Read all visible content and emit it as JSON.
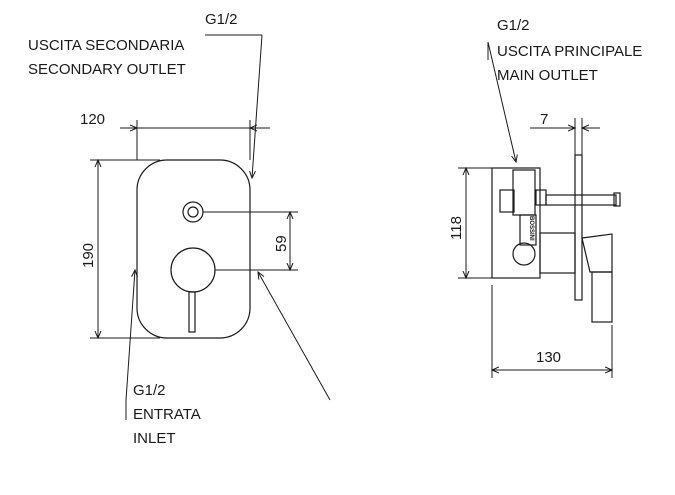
{
  "front_view": {
    "outlet_thread": "G1/2",
    "outlet_label_it": "USCITA SECONDARIA",
    "outlet_label_en": "SECONDARY OUTLET",
    "inlet_thread": "G1/2",
    "inlet_label_it": "ENTRATA",
    "inlet_label_en": "INLET",
    "dim_width": "120",
    "dim_height": "190",
    "dim_centers": "59"
  },
  "side_view": {
    "outlet_thread": "G1/2",
    "outlet_label_it": "USCITA PRINCIPALE",
    "outlet_label_en": "MAIN OUTLET",
    "dim_plate": "7",
    "dim_body_height": "118",
    "dim_depth": "130",
    "brand_mark": "BOSSINI"
  }
}
